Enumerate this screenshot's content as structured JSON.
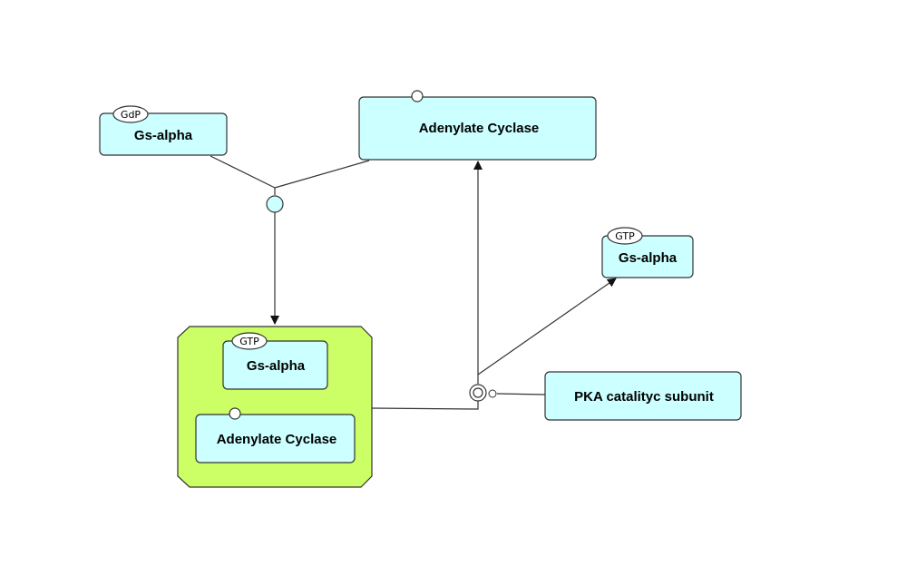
{
  "colors": {
    "macromolecule_fill": "#ccffff",
    "complex_fill": "#ccff66",
    "process_fill": "#ccffff",
    "stroke": "#333333",
    "edge": "#333333",
    "background": "#ffffff"
  },
  "nodes": {
    "gs_alpha_gdp": {
      "label": "Gs-alpha",
      "state": "GdP"
    },
    "adenylate_cyclase_top": {
      "label": "Adenylate Cyclase"
    },
    "gs_alpha_gtp_right": {
      "label": "Gs-alpha",
      "state": "GTP"
    },
    "pka_catalytic": {
      "label": "PKA catalityc subunit"
    },
    "complex": {
      "gs_alpha": {
        "label": "Gs-alpha",
        "state": "GTP"
      },
      "adenylate_cyclase": {
        "label": "Adenylate Cyclase"
      }
    }
  },
  "edges": [
    {
      "name": "edge-gs-gdp-to-association",
      "type": "consumption"
    },
    {
      "name": "edge-ac-to-association",
      "type": "consumption"
    },
    {
      "name": "edge-association-to-complex",
      "type": "production"
    },
    {
      "name": "edge-complex-to-dissociation",
      "type": "consumption"
    },
    {
      "name": "edge-dissociation-to-ac",
      "type": "production"
    },
    {
      "name": "edge-dissociation-to-gs-gtp",
      "type": "production"
    },
    {
      "name": "edge-pka-to-dissociation",
      "type": "consumption"
    }
  ]
}
